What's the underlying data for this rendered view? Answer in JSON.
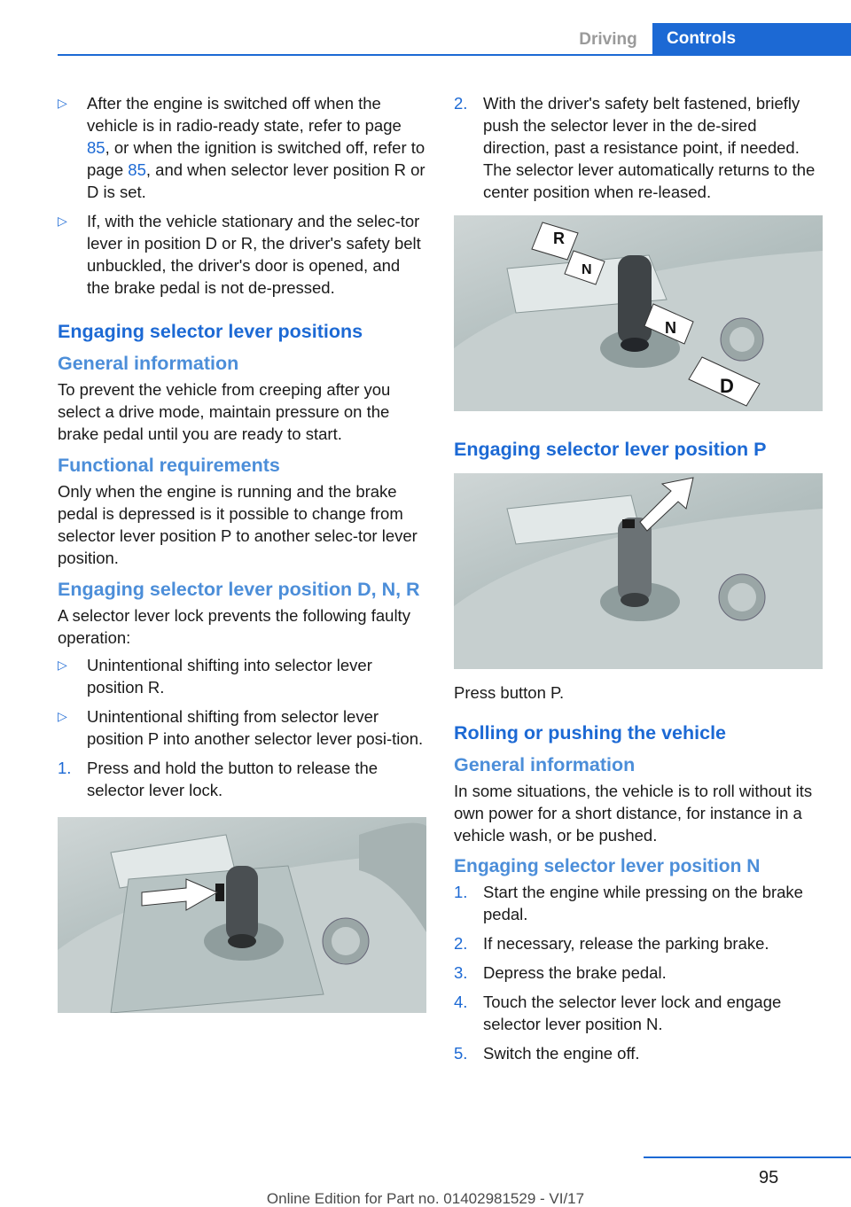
{
  "header": {
    "tab_driving": "Driving",
    "tab_controls": "Controls",
    "accent_color": "#1c69d4"
  },
  "left": {
    "bullets_top": [
      {
        "marker": "▷",
        "text_before": "After the engine is switched off when the vehicle is in radio-ready state, refer to page ",
        "link1": "85",
        "text_mid": ", or when the ignition is switched off, refer to page ",
        "link2": "85",
        "text_after": ", and when selector lever position R or D is set."
      },
      {
        "marker": "▷",
        "text": "If, with the vehicle stationary and the selec‐tor lever in position D or R, the driver's safety belt unbuckled, the driver's door is opened, and the brake pedal is not de‐pressed."
      }
    ],
    "heading_engaging": "Engaging selector lever positions",
    "general_info_heading": "General information",
    "general_info_text": "To prevent the vehicle from creeping after you select a drive mode, maintain pressure on the brake pedal until you are ready to start.",
    "functional_heading": "Functional requirements",
    "functional_text": "Only when the engine is running and the brake pedal is depressed is it possible to change from selector lever position P to another selec‐tor lever position.",
    "dnr_heading": "Engaging selector lever position D, N, R",
    "dnr_text": "A selector lever lock prevents the following faulty operation:",
    "dnr_bullets": [
      {
        "marker": "▷",
        "text": "Unintentional shifting into selector lever position R."
      },
      {
        "marker": "▷",
        "text": "Unintentional shifting from selector lever position P into another selector lever posi‐tion."
      }
    ],
    "dnr_steps": [
      {
        "marker": "1.",
        "text": "Press and hold the button to release the selector lever lock."
      }
    ]
  },
  "right": {
    "steps_top": [
      {
        "marker": "2.",
        "text": "With the driver's safety belt fastened, briefly push the selector lever in the de‐sired direction, past a resistance point, if needed. The selector lever automatically returns to the center position when re‐leased."
      }
    ],
    "illus_labels": {
      "r": "R",
      "n1": "N",
      "n2": "N",
      "d": "D"
    },
    "p_heading": "Engaging selector lever position P",
    "p_text": "Press button P.",
    "rolling_heading": "Rolling or pushing the vehicle",
    "rolling_general_heading": "General information",
    "rolling_general_text": "In some situations, the vehicle is to roll without its own power for a short distance, for instance in a vehicle wash, or be pushed.",
    "n_heading": "Engaging selector lever position N",
    "n_steps": [
      {
        "marker": "1.",
        "text": "Start the engine while pressing on the brake pedal."
      },
      {
        "marker": "2.",
        "text": "If necessary, release the parking brake."
      },
      {
        "marker": "3.",
        "text": "Depress the brake pedal."
      },
      {
        "marker": "4.",
        "text": "Touch the selector lever lock and engage selector lever position N."
      },
      {
        "marker": "5.",
        "text": "Switch the engine off."
      }
    ]
  },
  "footer": {
    "page_number": "95",
    "edition": "Online Edition for Part no. 01402981529 - VI/17"
  }
}
